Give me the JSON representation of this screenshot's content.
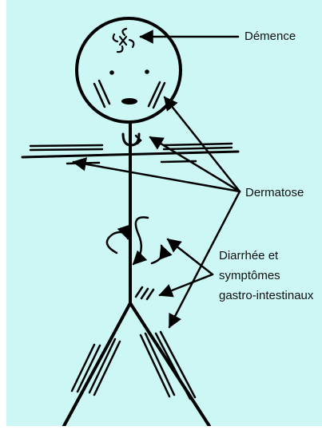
{
  "labels": {
    "dementia": "Démence",
    "dermatitis": "Dermatose",
    "diarrhea_lines": [
      "Diarrhée et",
      "symptômes",
      "gastro-intestinaux"
    ]
  },
  "colors": {
    "background": "#ccf7f4",
    "ink": "#000000",
    "frame": "#ffffff"
  }
}
